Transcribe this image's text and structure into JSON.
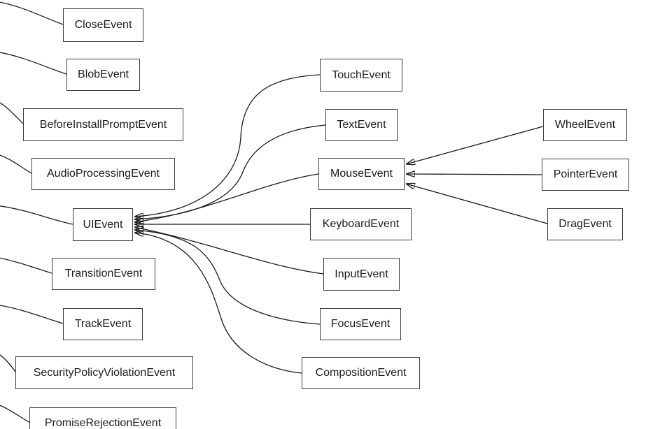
{
  "diagram": {
    "type": "inheritance-graph",
    "colors": {
      "background": "#ffffff",
      "node_fill": "#ffffff",
      "node_border": "#3d3d3d",
      "edge": "#1b1b1b",
      "arrowhead": "#000000",
      "text": "#1c1c1c"
    },
    "nodes": [
      {
        "id": "CloseEvent",
        "label": "CloseEvent"
      },
      {
        "id": "BlobEvent",
        "label": "BlobEvent"
      },
      {
        "id": "BeforeInstallPromptEvent",
        "label": "BeforeInstallPromptEvent"
      },
      {
        "id": "AudioProcessingEvent",
        "label": "AudioProcessingEvent"
      },
      {
        "id": "UIEvent",
        "label": "UIEvent"
      },
      {
        "id": "TransitionEvent",
        "label": "TransitionEvent"
      },
      {
        "id": "TrackEvent",
        "label": "TrackEvent"
      },
      {
        "id": "SecurityPolicyViolationEvent",
        "label": "SecurityPolicyViolationEvent"
      },
      {
        "id": "PromiseRejectionEvent",
        "label": "PromiseRejectionEvent"
      },
      {
        "id": "TouchEvent",
        "label": "TouchEvent"
      },
      {
        "id": "TextEvent",
        "label": "TextEvent"
      },
      {
        "id": "MouseEvent",
        "label": "MouseEvent"
      },
      {
        "id": "KeyboardEvent",
        "label": "KeyboardEvent"
      },
      {
        "id": "InputEvent",
        "label": "InputEvent"
      },
      {
        "id": "FocusEvent",
        "label": "FocusEvent"
      },
      {
        "id": "CompositionEvent",
        "label": "CompositionEvent"
      },
      {
        "id": "WheelEvent",
        "label": "WheelEvent"
      },
      {
        "id": "PointerEvent",
        "label": "PointerEvent"
      },
      {
        "id": "DragEvent",
        "label": "DragEvent"
      }
    ],
    "edges": [
      {
        "from": "TouchEvent",
        "to": "UIEvent",
        "arrowhead": true
      },
      {
        "from": "TextEvent",
        "to": "UIEvent",
        "arrowhead": true
      },
      {
        "from": "MouseEvent",
        "to": "UIEvent",
        "arrowhead": true
      },
      {
        "from": "KeyboardEvent",
        "to": "UIEvent",
        "arrowhead": true
      },
      {
        "from": "InputEvent",
        "to": "UIEvent",
        "arrowhead": true
      },
      {
        "from": "FocusEvent",
        "to": "UIEvent",
        "arrowhead": true
      },
      {
        "from": "CompositionEvent",
        "to": "UIEvent",
        "arrowhead": true
      },
      {
        "from": "WheelEvent",
        "to": "MouseEvent",
        "arrowhead": true
      },
      {
        "from": "PointerEvent",
        "to": "MouseEvent",
        "arrowhead": true
      },
      {
        "from": "DragEvent",
        "to": "MouseEvent",
        "arrowhead": true
      },
      {
        "from": "CloseEvent",
        "to": "offscreen-left",
        "arrowhead": false
      },
      {
        "from": "BlobEvent",
        "to": "offscreen-left",
        "arrowhead": false
      },
      {
        "from": "BeforeInstallPromptEvent",
        "to": "offscreen-left",
        "arrowhead": false
      },
      {
        "from": "AudioProcessingEvent",
        "to": "offscreen-left",
        "arrowhead": false
      },
      {
        "from": "UIEvent",
        "to": "offscreen-left",
        "arrowhead": false
      },
      {
        "from": "TransitionEvent",
        "to": "offscreen-left",
        "arrowhead": false
      },
      {
        "from": "TrackEvent",
        "to": "offscreen-left",
        "arrowhead": false
      },
      {
        "from": "SecurityPolicyViolationEvent",
        "to": "offscreen-left",
        "arrowhead": false
      },
      {
        "from": "PromiseRejectionEvent",
        "to": "offscreen-left",
        "arrowhead": false
      }
    ]
  }
}
